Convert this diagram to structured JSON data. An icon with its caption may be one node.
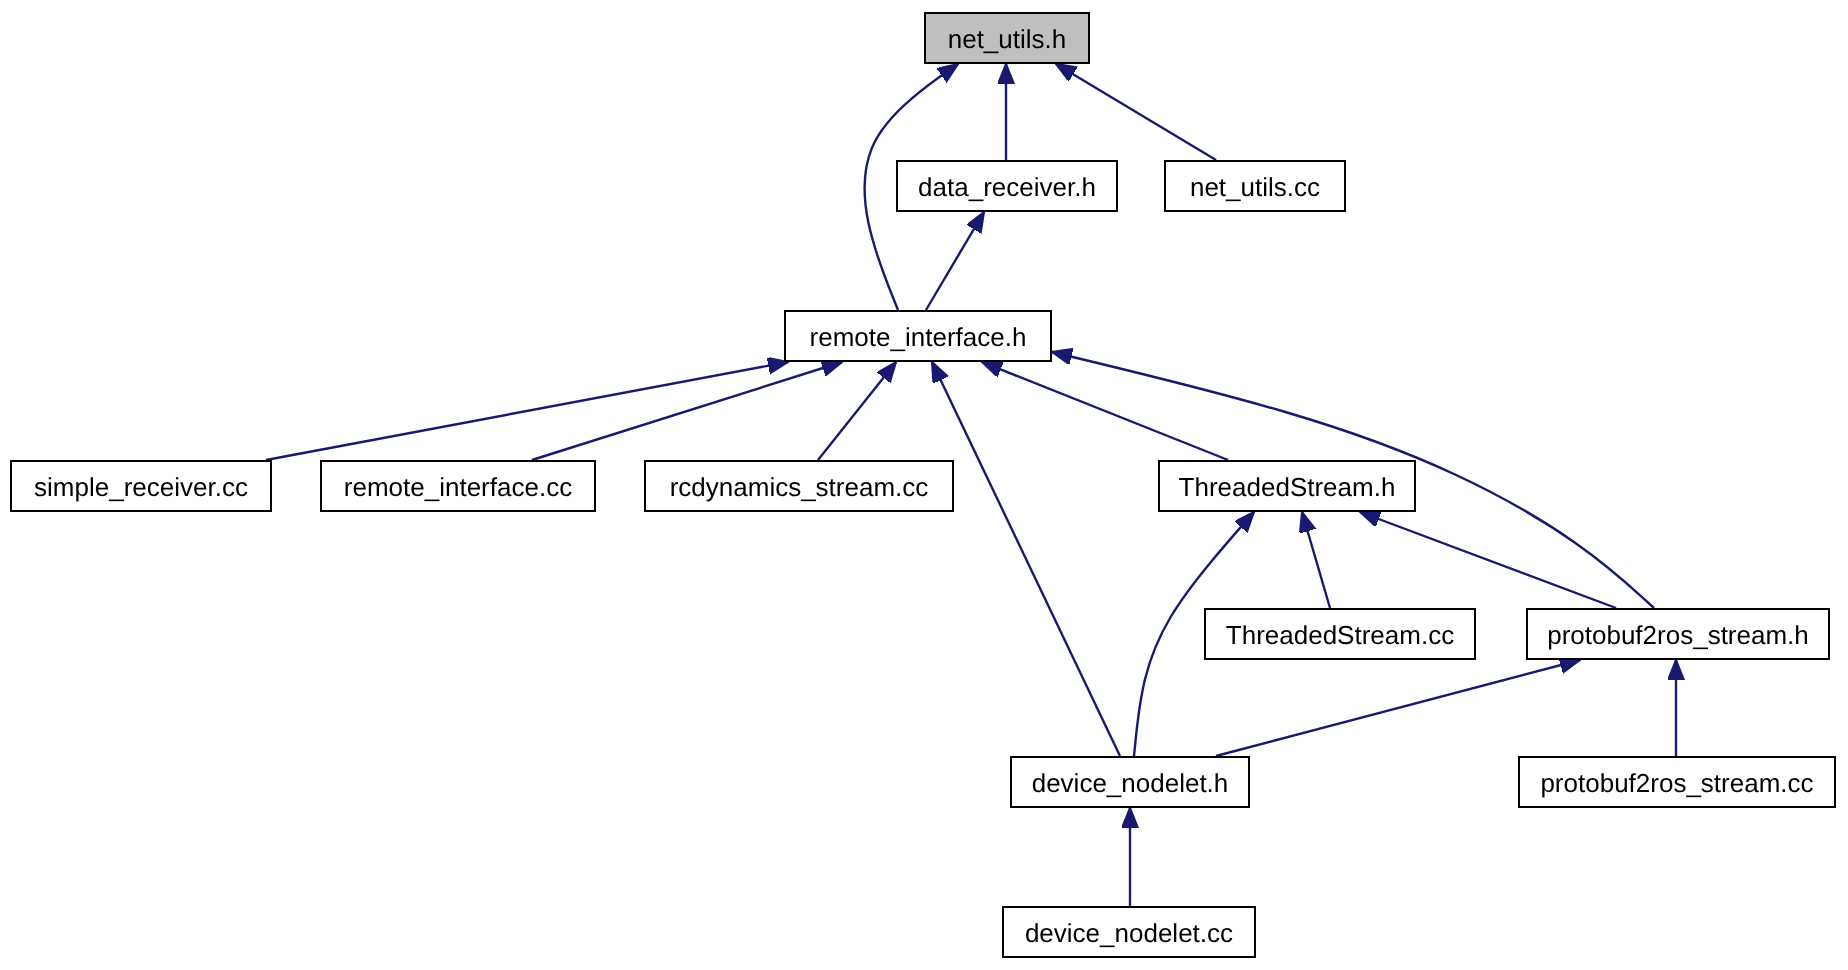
{
  "diagram": {
    "nodes": [
      {
        "text": [
          "net_utils.h"
        ]
      },
      {
        "text": [
          "data_receiver.h"
        ]
      },
      {
        "text": [
          "net_utils.cc"
        ]
      },
      {
        "text": [
          "remote_interface.h"
        ]
      },
      {
        "text": [
          "simple_receiver.cc"
        ]
      },
      {
        "text": [
          "remote_interface.cc"
        ]
      },
      {
        "text": [
          "rcdynamics_stream.cc"
        ]
      },
      {
        "text": [
          "ThreadedStream.h"
        ]
      },
      {
        "text": [
          "ThreadedStream.cc"
        ]
      },
      {
        "text": [
          "protobuf2ros_stream.h"
        ]
      },
      {
        "text": [
          "device_nodelet.h"
        ]
      },
      {
        "text": [
          "protobuf2ros_stream.cc"
        ]
      },
      {
        "text": [
          "device_nodelet.cc"
        ]
      }
    ],
    "edges": [
      {
        "from": 1,
        "to": 0,
        "arrow": "to"
      },
      {
        "from": 2,
        "to": 0,
        "arrow": "to"
      },
      {
        "from": 3,
        "to": 0,
        "arrow": "to"
      },
      {
        "from": 3,
        "to": 1,
        "arrow": "to"
      },
      {
        "from": 4,
        "to": 3,
        "arrow": "to"
      },
      {
        "from": 5,
        "to": 3,
        "arrow": "to"
      },
      {
        "from": 6,
        "to": 3,
        "arrow": "to"
      },
      {
        "from": 7,
        "to": 3,
        "arrow": "to"
      },
      {
        "from": 9,
        "to": 3,
        "arrow": "to"
      },
      {
        "from": 10,
        "to": 3,
        "arrow": "to"
      },
      {
        "from": 8,
        "to": 7,
        "arrow": "to"
      },
      {
        "from": 9,
        "to": 7,
        "arrow": "to"
      },
      {
        "from": 10,
        "to": 7,
        "arrow": "to"
      },
      {
        "from": 10,
        "to": 9,
        "arrow": "to"
      },
      {
        "from": 11,
        "to": 9,
        "arrow": "to"
      },
      {
        "from": 12,
        "to": 10,
        "arrow": "to"
      }
    ]
  }
}
